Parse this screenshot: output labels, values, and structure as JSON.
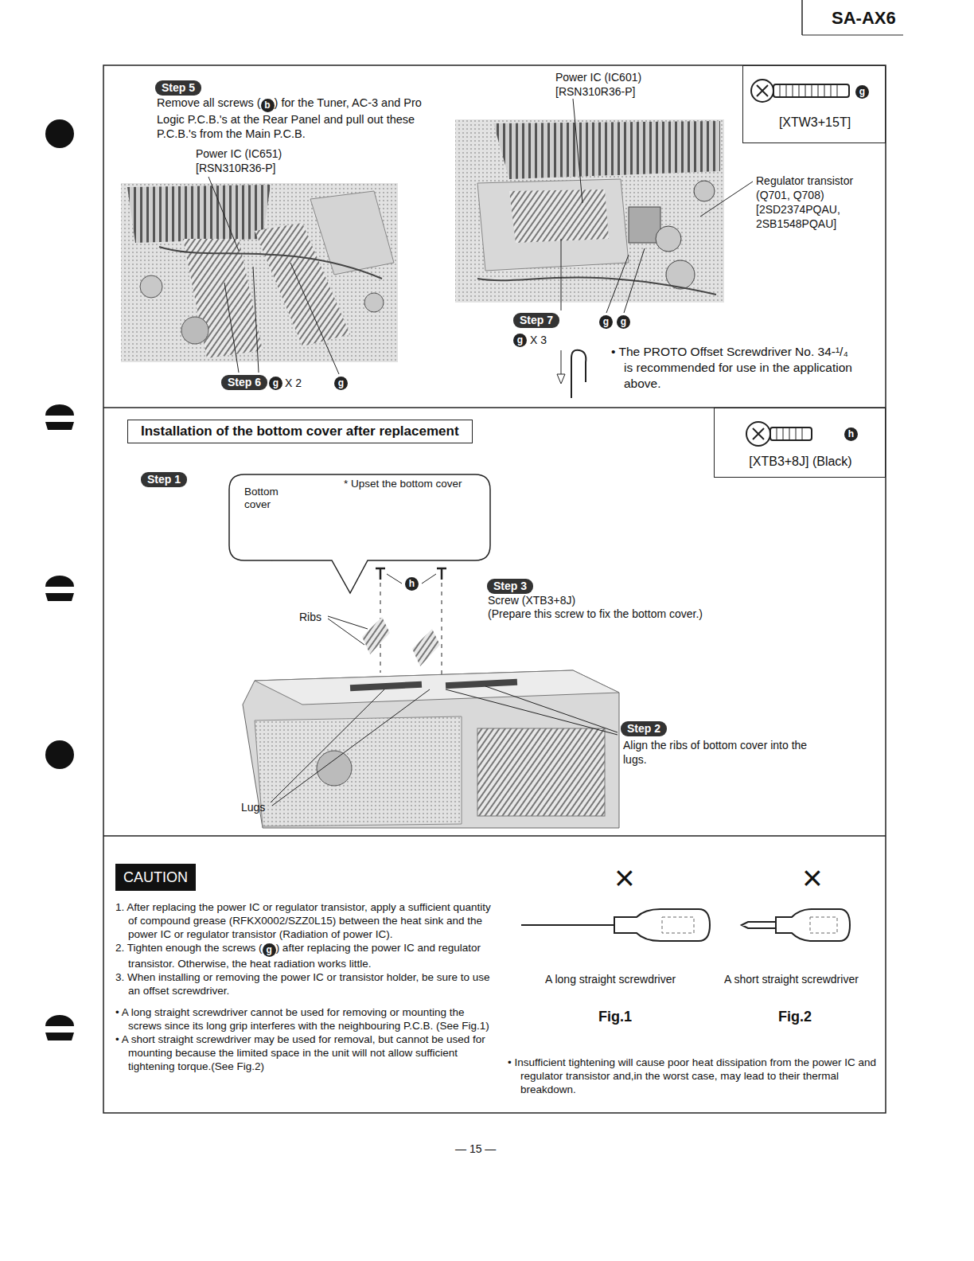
{
  "diagram": {
    "nodes": [
      {
        "text": [
          "Step 5"
        ]
      },
      {
        "text": [
          "Step 6"
        ]
      },
      {
        "text": [
          "Step 7"
        ]
      },
      {
        "text": [
          "g",
          "[XTW3+15T]"
        ]
      },
      {
        "text": [
          "Installation of the bottom cover after replacement"
        ]
      },
      {
        "text": [
          "h",
          "[XTB3+8J] (Black)"
        ]
      },
      {
        "text": [
          "Step 1"
        ]
      },
      {
        "text": [
          "Bottom cover",
          "* Upset the bottom cover"
        ]
      },
      {
        "text": [
          "Step 3"
        ]
      },
      {
        "text": [
          "Step 2"
        ]
      },
      {
        "text": [
          "CAUTION"
        ]
      }
    ],
    "labels": [
      "SA-AX6",
      "Remove all screws (",
      "b",
      ") for the Tuner, AC-3 and Pro Logic P.C.B.'s at the Rear Panel and pull out these P.C.B.'s from the Main P.C.B.",
      "Power IC (IC651) [RSN310R36-P]",
      "Power IC (IC601) [RSN310R36-P]",
      "Regulator transistor (Q701, Q708) [2SD2374PQAU, 2SB1548PQAU]",
      "g",
      "X 2",
      "g",
      "g",
      "g",
      "g",
      "X 3",
      "• The PROTO Offset Screwdriver No. 34-¹/₄ is recommended for use in the application above.",
      "h",
      "Ribs",
      "Screw (XTB3+8J)",
      "(Prepare this screw to fix the bottom cover.)",
      "Align the ribs of bottom cover into the lugs.",
      "Lugs",
      "1. After replacing the power IC or regulator transistor, apply a sufficient quantity of compound grease (RFKX0002/SZZ0L15) between the heat sink and the power IC or regulator transistor (Radiation of power IC).",
      "2. Tighten enough the screws (",
      "g",
      ") after replacing the power IC and regulator transistor. Otherwise, the heat radiation works little.",
      "3. When installing or removing the power IC or transistor holder, be sure to use an offset screwdriver.",
      "• A long straight screwdriver cannot be used for removing or mounting the screws since its long grip interferes with the neighbouring P.C.B. (See Fig.1)",
      "• A short straight screwdriver may be used for removal, but cannot be used for mounting because the limited space in the unit will not allow sufficient tightening torque.(See Fig.2)",
      "×",
      "×",
      "A long straight screwdriver",
      "A short straight screwdriver",
      "Fig.1",
      "Fig.2",
      "• Insufficient tightening will cause poor heat dissipation from the power IC and regulator transistor and,in the worst case, may lead to their thermal breakdown.",
      "— 15 —"
    ]
  }
}
